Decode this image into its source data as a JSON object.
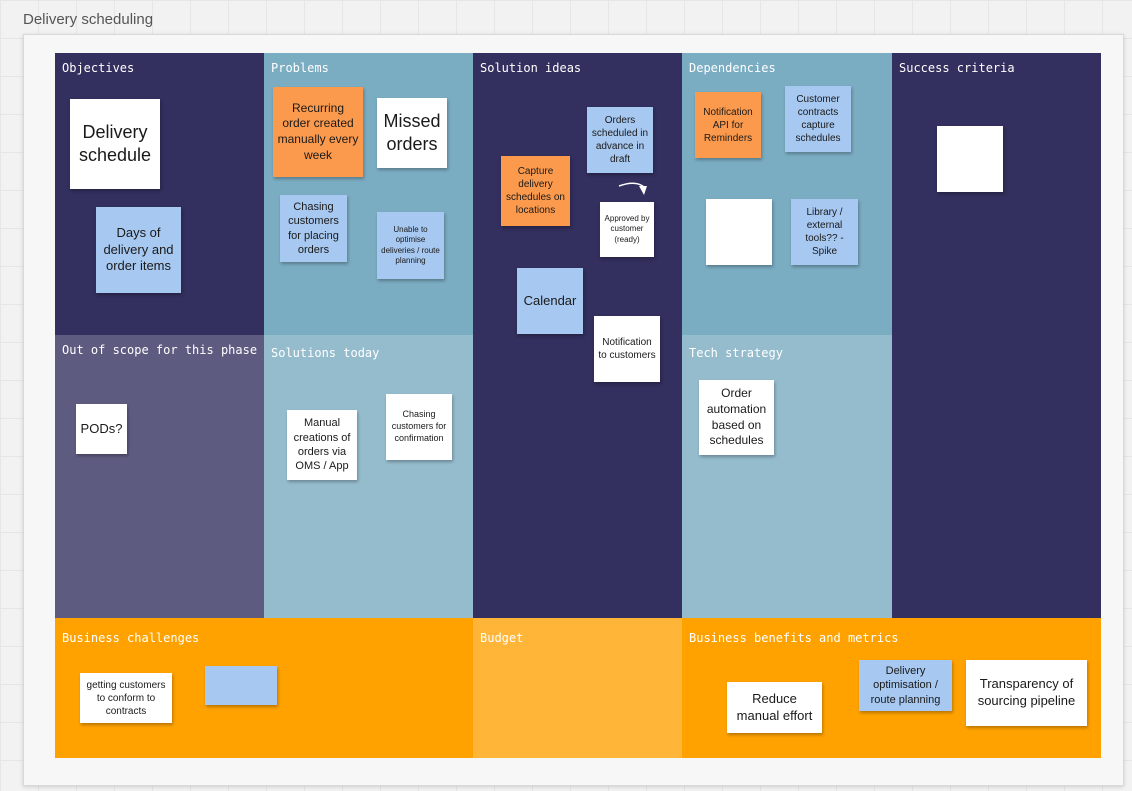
{
  "board": {
    "title": "Delivery scheduling"
  },
  "colors": {
    "navy": "#332f5e",
    "teal": "#7aacc2",
    "light_teal": "#95bccd",
    "slate": "#5e5b80",
    "orange": "#ffa200",
    "light_orange": "#ffb537",
    "note_white": "#ffffff",
    "note_blue": "#a7c8f0",
    "note_orange": "#fb9a4d"
  },
  "sections": {
    "objectives": {
      "label": "Objectives",
      "notes": [
        "Delivery schedule",
        "Days of delivery and order items"
      ]
    },
    "problems": {
      "label": "Problems",
      "notes": [
        "Recurring order created manually every week",
        "Missed orders",
        "Chasing customers for placing orders",
        "Unable to optimise deliveries / route planning"
      ]
    },
    "solution_ideas": {
      "label": "Solution ideas",
      "notes": [
        "Orders scheduled in advance in draft",
        "Capture delivery schedules on locations",
        "Approved by customer (ready)",
        "Calendar",
        "Notification to customers"
      ]
    },
    "dependencies": {
      "label": "Dependencies",
      "notes": [
        "Notification API for Reminders",
        "Customer contracts capture schedules",
        "",
        "Library / external tools?? - Spike"
      ]
    },
    "success_criteria": {
      "label": "Success criteria",
      "notes": [
        ""
      ]
    },
    "out_of_scope": {
      "label": "Out of scope for this phase",
      "notes": [
        "PODs?"
      ]
    },
    "solutions_today": {
      "label": "Solutions today",
      "notes": [
        "Manual creations of orders via OMS / App",
        "Chasing customers for confirmation"
      ]
    },
    "tech_strategy": {
      "label": "Tech strategy",
      "notes": [
        "Order automation based on schedules"
      ]
    },
    "business_challenges": {
      "label": "Business challenges",
      "notes": [
        "getting customers to conform to contracts",
        ""
      ]
    },
    "budget": {
      "label": "Budget"
    },
    "business_benefits": {
      "label": "Business benefits and metrics",
      "notes": [
        "Reduce manual effort",
        "Delivery optimisation / route planning",
        "Transparency of sourcing pipeline"
      ]
    }
  }
}
